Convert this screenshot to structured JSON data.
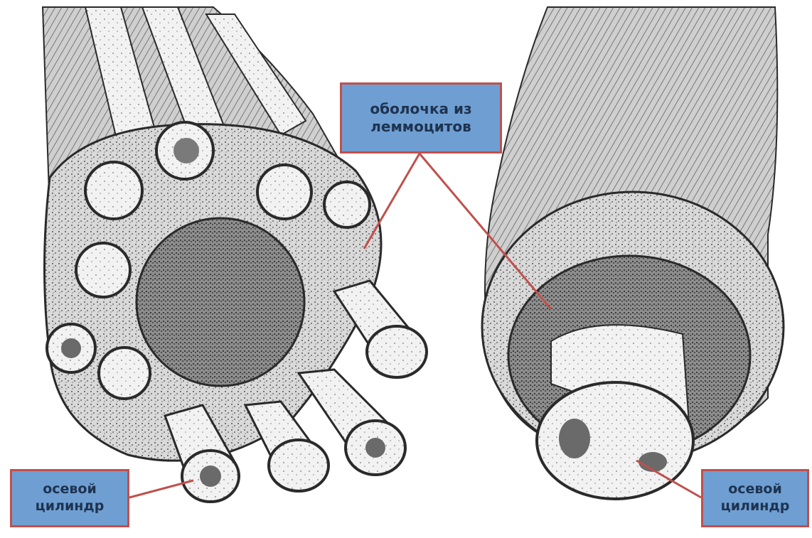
{
  "labels": {
    "sheath": {
      "line1": "оболочка из",
      "line2": "леммоцитов"
    },
    "axon_left": {
      "line1": "осевой",
      "line2": "цилиндр"
    },
    "axon_right": {
      "line1": "осевой",
      "line2": "цилиндр"
    }
  },
  "colors": {
    "label_fill": "#6f9fd2",
    "label_border": "#c0504d",
    "label_text": "#1e3350",
    "pointer_line": "#c0504d",
    "ink": "#2a2a2a"
  }
}
